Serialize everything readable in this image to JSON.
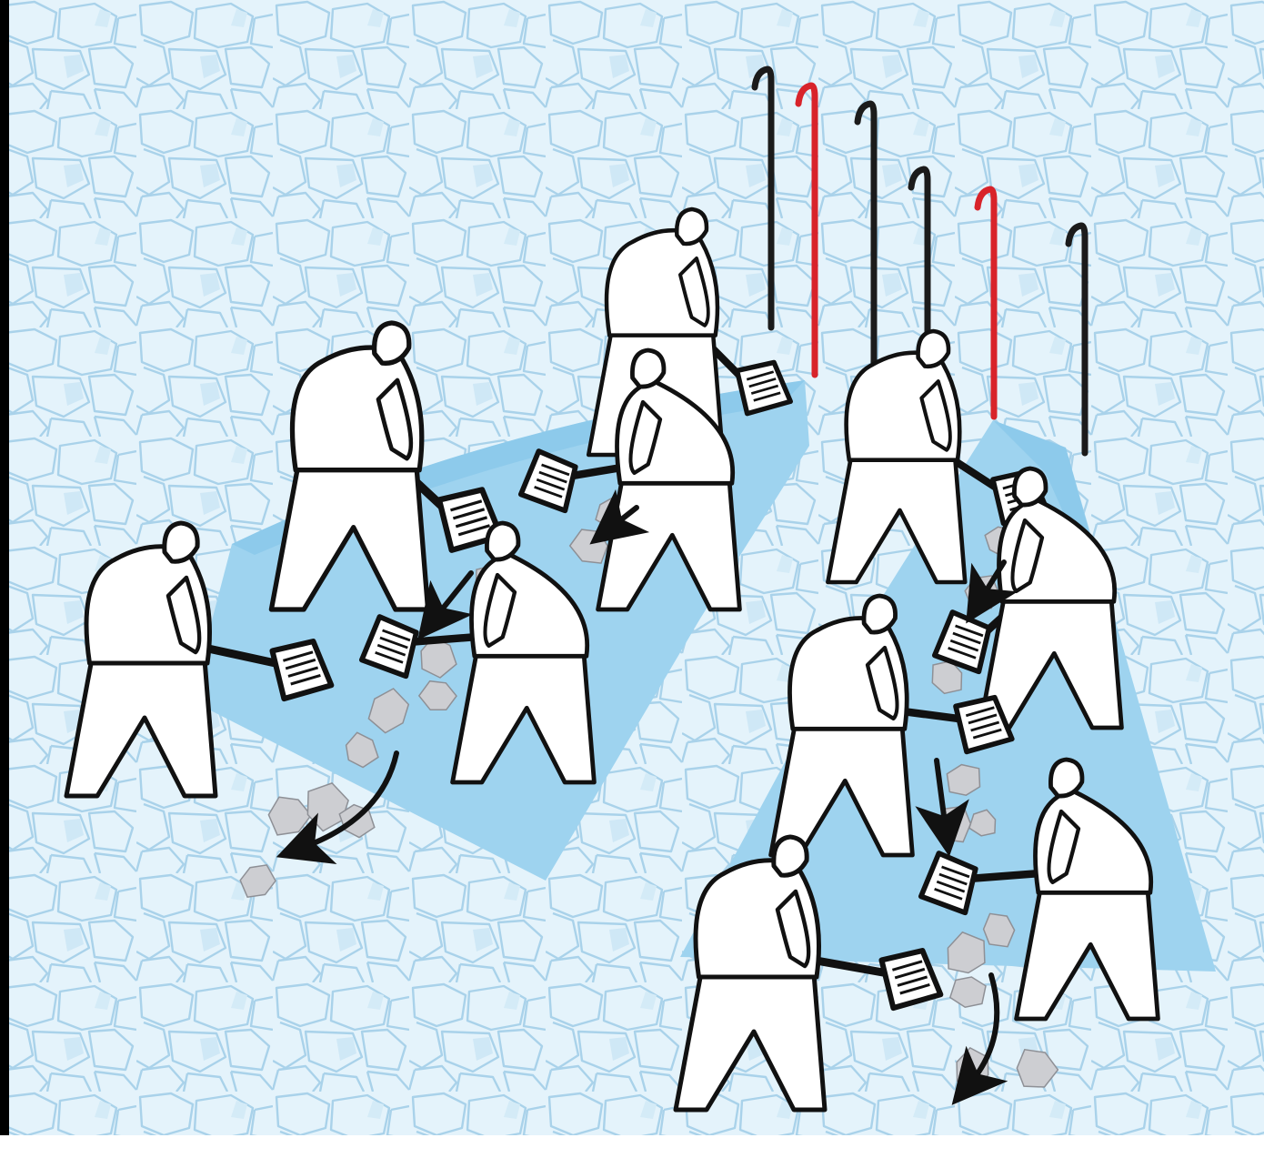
{
  "colors": {
    "snow": "#e4f3fb",
    "block_line": "#a9d2ea",
    "block_fill": "#d4ebf7",
    "trench": "#9ed3ef",
    "trench_deep": "#7fc3e8",
    "figure_fill": "#ffffff",
    "outline": "#111111",
    "debris": "#cdced2",
    "probe_black": "#1b1b1b",
    "probe_red": "#d8232a",
    "left_border": "#000000",
    "bottom_border": "#ffffff"
  },
  "scene": {
    "rescuer_count": 10,
    "probe_count": 6,
    "probe_colors": [
      "black",
      "red",
      "black",
      "black",
      "red",
      "black"
    ]
  }
}
